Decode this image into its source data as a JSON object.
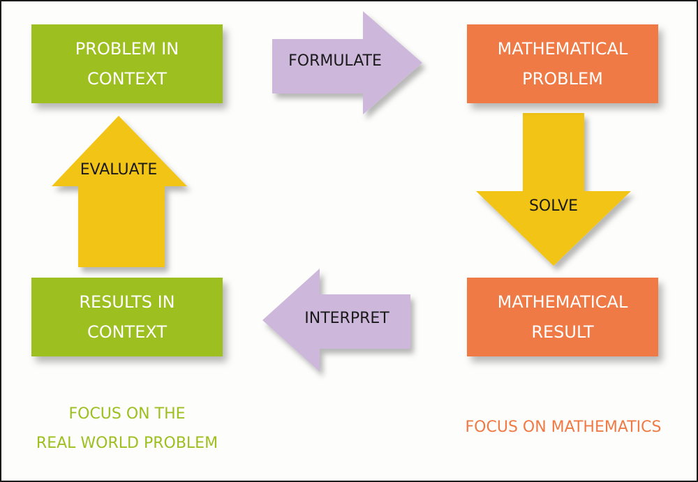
{
  "boxes": {
    "problem_in_context": [
      "PROBLEM IN",
      "CONTEXT"
    ],
    "mathematical_problem": [
      "MATHEMATICAL",
      "PROBLEM"
    ],
    "mathematical_result": [
      "MATHEMATICAL",
      "RESULT"
    ],
    "results_in_context": [
      "RESULTS IN",
      "CONTEXT"
    ]
  },
  "arrows": {
    "formulate": "FORMULATE",
    "solve": "SOLVE",
    "interpret": "INTERPRET",
    "evaluate": "EVALUATE"
  },
  "focus": {
    "real_world": [
      "FOCUS ON THE",
      "REAL WORLD PROBLEM"
    ],
    "mathematics": "FOCUS ON MATHEMATICS"
  },
  "colors": {
    "context_box": "#9dbf1f",
    "math_box": "#ef7a45",
    "horizontal_arrow": "#cdb8dc",
    "vertical_arrow": "#f2c416",
    "real_world_text": "#9dbf1f",
    "mathematics_text": "#ef7a45"
  }
}
